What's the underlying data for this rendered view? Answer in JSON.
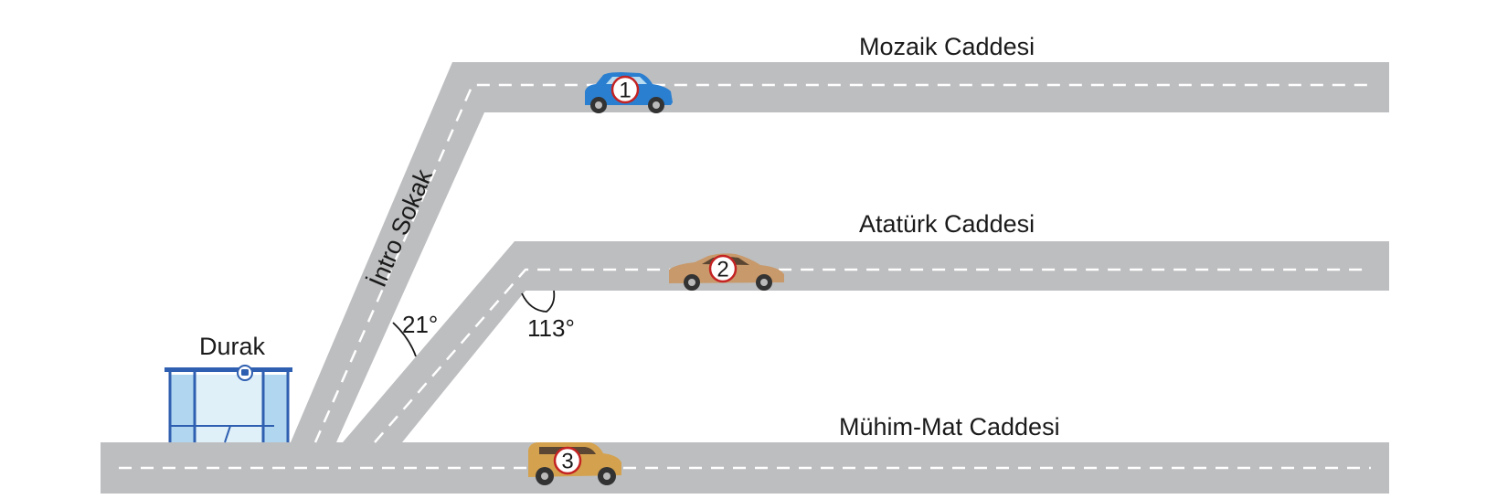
{
  "streets": {
    "mozaik": "Mozaik Caddesi",
    "ataturk": "Atatürk Caddesi",
    "muhim_mat": "Mühim-Mat Caddesi",
    "intro": "İntro Sokak"
  },
  "angles": {
    "between_roads": "21°",
    "at_ataturk_corner": "113°"
  },
  "stop": {
    "label": "Durak"
  },
  "cars": [
    {
      "number": "1",
      "color": "#2b7fd0"
    },
    {
      "number": "2",
      "color": "#c8996a"
    },
    {
      "number": "3",
      "color": "#d4a24e"
    }
  ],
  "colors": {
    "road": "#bdbec0",
    "lane_marking": "#ffffff",
    "shelter_roof": "#2f5fb0",
    "shelter_glass": "#a9d3ee"
  }
}
